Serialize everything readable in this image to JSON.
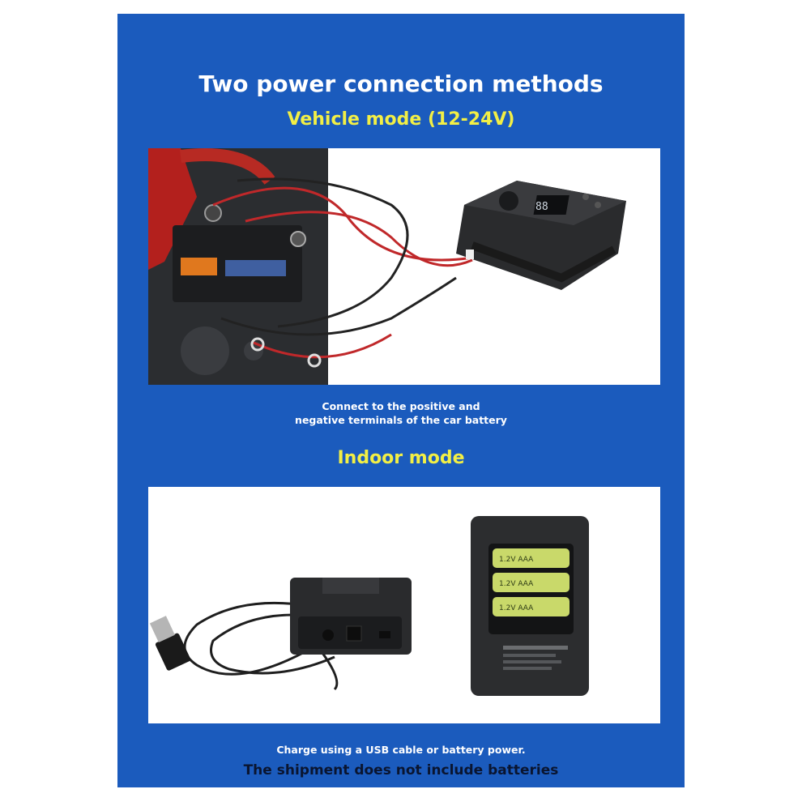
{
  "title": "Two power connection methods",
  "vehicle": {
    "heading": "Vehicle mode (12-24V)",
    "caption_line1": "Connect to the positive and",
    "caption_line2": "negative terminals of the car battery",
    "device_display": "88"
  },
  "indoor": {
    "heading": "Indoor mode",
    "caption": "Charge using a USB cable or battery power.",
    "battery_label": "1.2V AAA"
  },
  "note": "The shipment does not include batteries",
  "colors": {
    "background_blue": "#1b5bbd",
    "heading_yellow": "#f2ef45",
    "battery_green": "#c9d96a",
    "note_dark": "#0a1530"
  }
}
